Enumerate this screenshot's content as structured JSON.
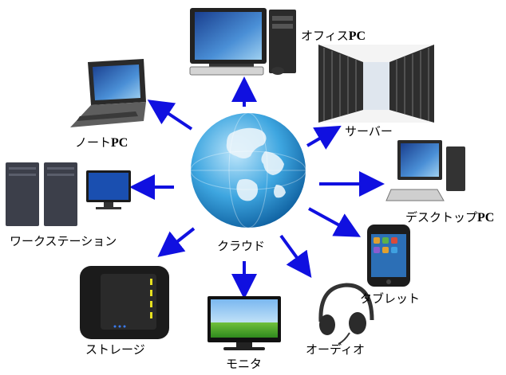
{
  "center": {
    "label": "クラウド"
  },
  "nodes": {
    "office_pc": {
      "label": "オフィス",
      "suffix": "PC"
    },
    "notebook_pc": {
      "label": "ノート",
      "suffix": "PC"
    },
    "server": {
      "label": "サーバー"
    },
    "desktop_pc": {
      "label": "デスクトップ",
      "suffix": "PC"
    },
    "workstation": {
      "label": "ワークステーション"
    },
    "tablet": {
      "label": "タブレット"
    },
    "storage": {
      "label": "ストレージ"
    },
    "audio": {
      "label": "オーディオ"
    },
    "monitor": {
      "label": "モニタ"
    }
  },
  "colors": {
    "arrow": "#1010e0",
    "globe": "#2a9ad6",
    "land": "#e8f4fb"
  }
}
